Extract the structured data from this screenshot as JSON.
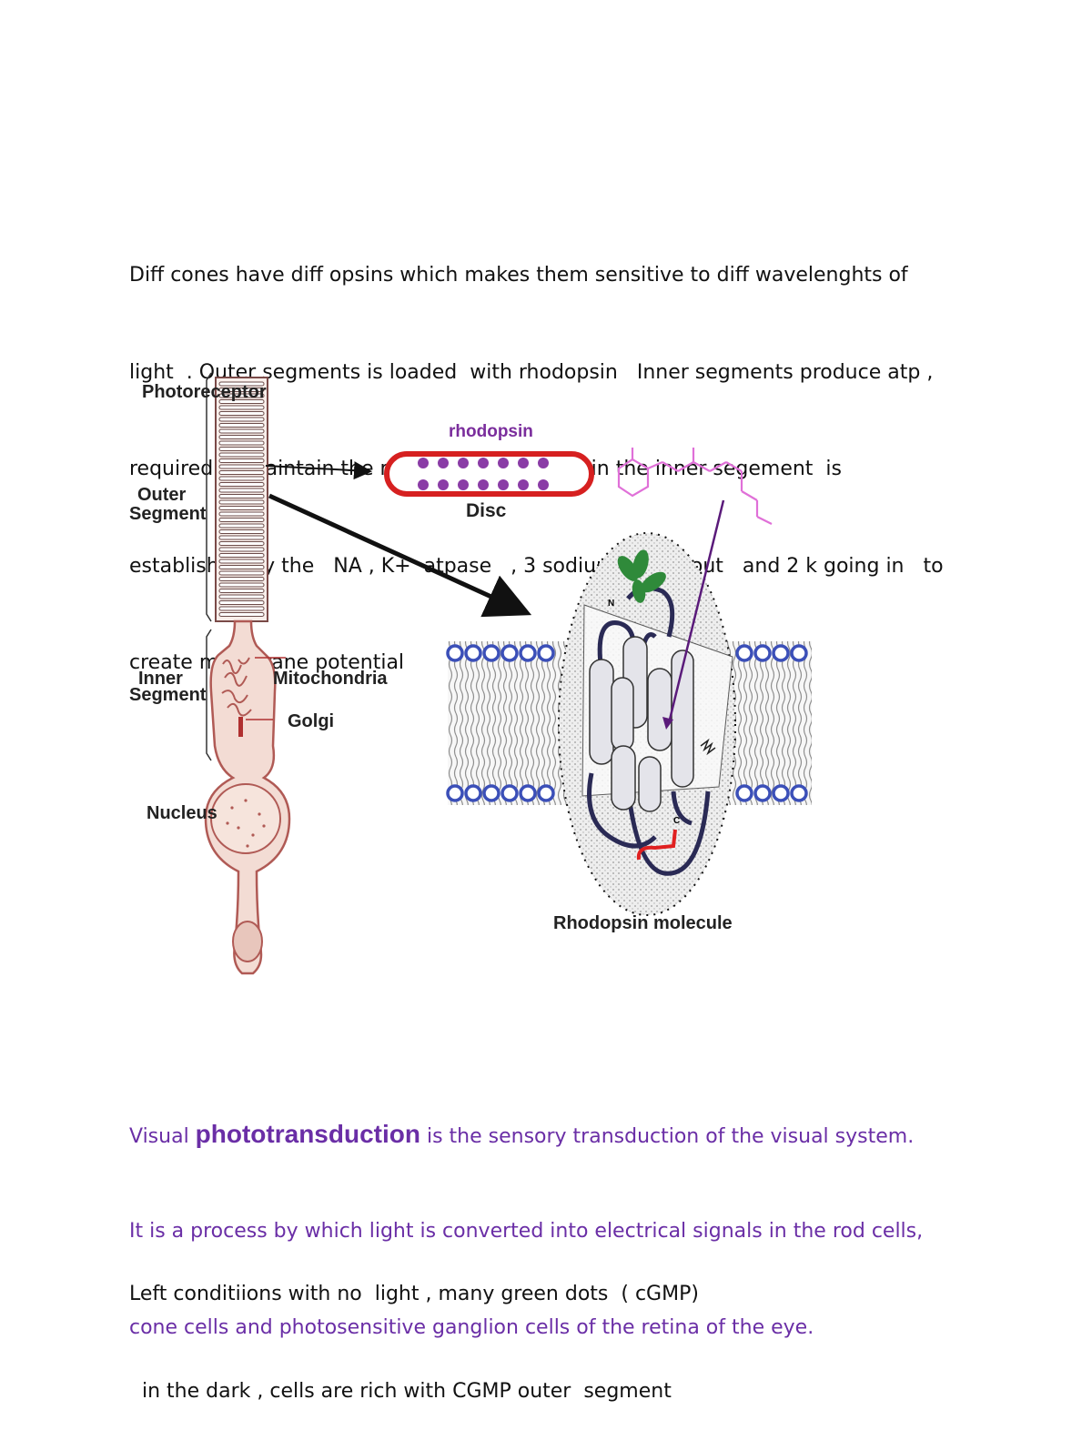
{
  "intro": {
    "lines": [
      "Diff cones have diff opsins which makes them sensitive to diff wavelenghts of",
      "light  . Outer segments is loaded  with rhodopsin   Inner segments produce atp ,",
      "required to maintain the membrane potential in the inner segement  is",
      "established by the   NA , K+  atpase   , 3 sodium  going out   and 2 k going in   to",
      "create membrane potential"
    ]
  },
  "figure": {
    "labels": {
      "photoreceptor": "Photoreceptor",
      "outer_1": "Outer",
      "outer_2": "Segment",
      "inner_1": "Inner",
      "inner_2": "Segment",
      "mitochondria": "Mitochondria",
      "golgi": "Golgi",
      "nucleus": "Nucleus",
      "rhodopsin": "rhodopsin",
      "disc": "Disc",
      "molecule": "Rhodopsin molecule",
      "n_terminal": "N",
      "c_terminal": "C"
    },
    "colors": {
      "cell": "#b05a55",
      "cell_fill": "#f3dcd4",
      "disc_outline": "#d62020",
      "disc_dots": "#8a3ca6",
      "retinal": "#e070d8",
      "lipid_heads": "#3b4fb8",
      "helix_loop": "#2a2a55",
      "green": "#2f8a3a",
      "c_tail": "#e02020",
      "pointer": "#5a1a7a"
    }
  },
  "definition": {
    "line1_prefix": "Visual ",
    "line1_term": "phototransduction",
    "line1_suffix": " is the sensory transduction of the visual system.",
    "line2": "It is a process by which light is converted into electrical signals in the rod cells,",
    "line3": "cone cells and photosensitive ganglion cells of the retina of the eye."
  },
  "notes": {
    "line1": "Left conditiions with no  light , many green dots  ( cGMP)",
    "line2": "  in the dark , cells are rich with CGMP outer  segment"
  }
}
